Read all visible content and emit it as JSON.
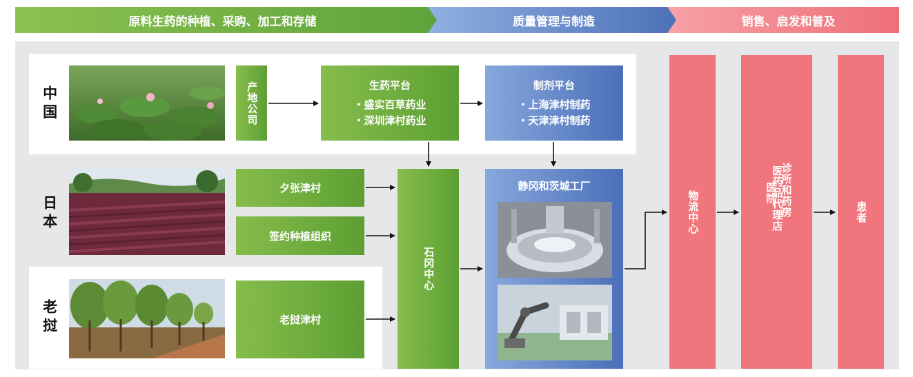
{
  "stages": [
    {
      "label": "原料生药的种植、采购、加工和存储",
      "color": "#70ad47"
    },
    {
      "label": "质量管理与制造",
      "color": "#5b7ec4"
    },
    {
      "label": "销售、启发和普及",
      "color": "#ee6e78"
    }
  ],
  "regions": {
    "china": "中国",
    "japan": "日本",
    "laos": "老挝"
  },
  "boxes": {
    "local_company": "产地公司",
    "crude_drug_platform": {
      "title": "生药平台",
      "items": [
        "・盛实百草药业",
        "・深圳津村药业"
      ]
    },
    "formulation_platform": {
      "title": "制剂平台",
      "items": [
        "・上海津村制药",
        "・天津津村制药"
      ]
    },
    "yubari": "夕张津村",
    "contract_farming": "签约种植组织",
    "laos_tsumura": "老挝津村",
    "ishioka": "石冈中心",
    "factory": "静冈和茨城工厂",
    "logistics": "物流中心",
    "distributors": "医药品代理店",
    "hospitals": [
      "医院、",
      "诊所和药房"
    ],
    "patients": "患者"
  },
  "icons": {
    "china_photo": "lotus-field-photo-icon",
    "japan_photo": "red-crop-field-photo-icon",
    "laos_photo": "tree-plantation-photo-icon",
    "factory_photo_1": "steel-tank-photo-icon",
    "factory_photo_2": "robot-production-line-photo-icon"
  }
}
